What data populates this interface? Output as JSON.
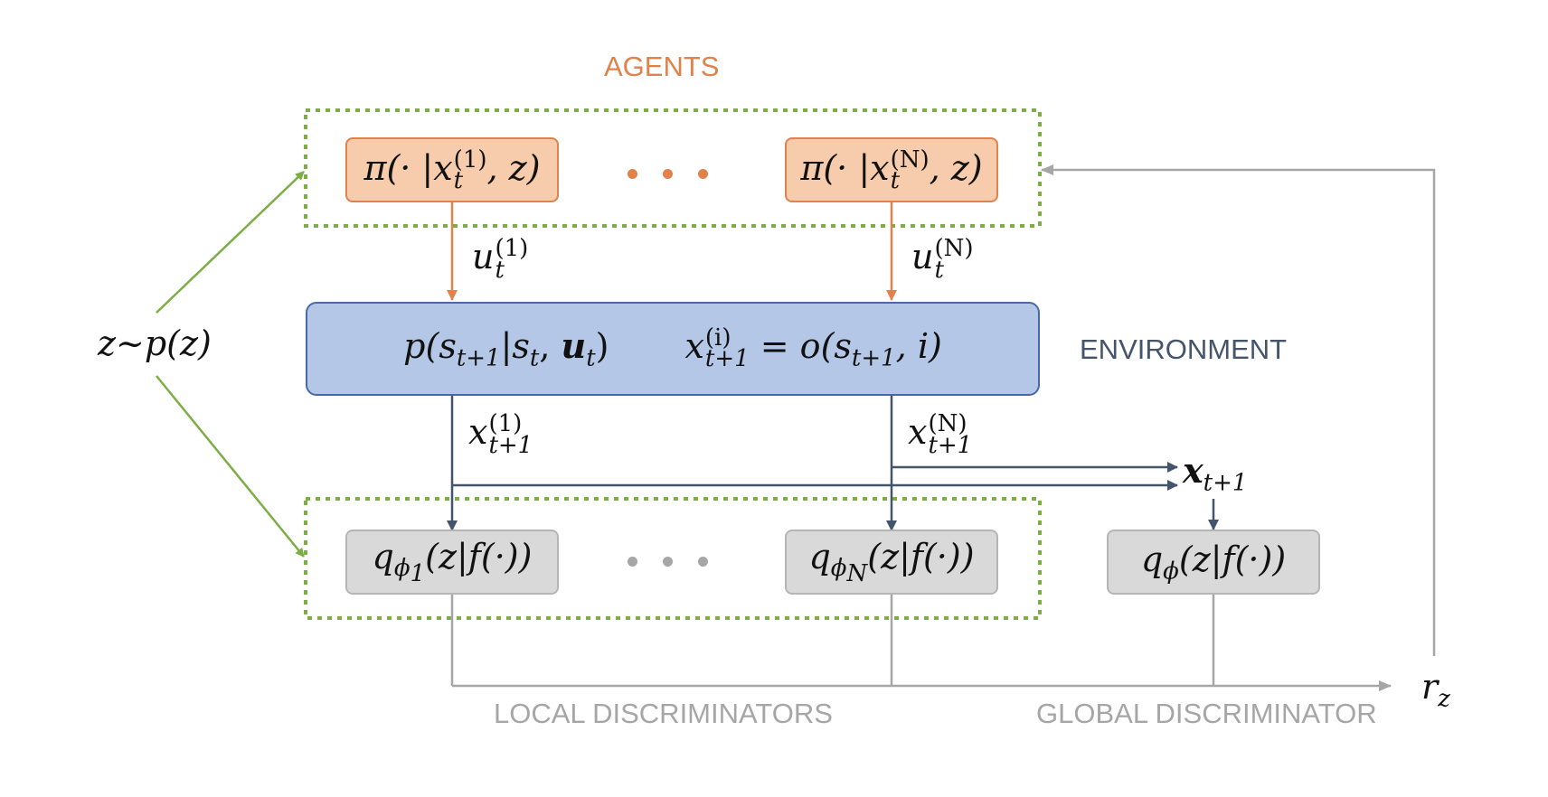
{
  "captions": {
    "agents": "AGENTS",
    "environment": "ENVIRONMENT",
    "local": "LOCAL DISCRIMINATORS",
    "global": "GLOBAL DISCRIMINATOR"
  },
  "agents": [
    {
      "prefix": "π(· |x",
      "sup": "(1)",
      "sub": "t",
      "suffix": ", z)"
    },
    {
      "prefix": "π(· |x",
      "sup": "(N)",
      "sub": "t",
      "suffix": ", z)"
    }
  ],
  "actions": [
    {
      "base": "u",
      "sup": "(1)",
      "sub": "t"
    },
    {
      "base": "u",
      "sup": "(N)",
      "sub": "t"
    }
  ],
  "environment": {
    "transition": {
      "p": "p(s",
      "sub1": "t+1",
      "mid": "|s",
      "sub2": "t",
      "comma": ", ",
      "u": "u",
      "sub3": "t",
      "close": ")"
    },
    "observation": {
      "x": "x",
      "sup": "(i)",
      "sub": "t+1",
      "eq": " = o(s",
      "sub2": "t+1",
      "rest": ", i)"
    }
  },
  "observations": [
    {
      "base": "x",
      "sup": "(1)",
      "sub": "t+1"
    },
    {
      "base": "x",
      "sup": "(N)",
      "sub": "t+1"
    }
  ],
  "joint_obs": {
    "base": "x",
    "sub": "t+1"
  },
  "discriminators": [
    {
      "q": "q",
      "phi": "ϕ",
      "idx": "1",
      "rest": "(z|f(·))"
    },
    {
      "q": "q",
      "phi": "ϕ",
      "idx": "N",
      "rest": "(z|f(·))"
    },
    {
      "q": "q",
      "phi": "ϕ",
      "idx": "",
      "rest": "(z|f(·))"
    }
  ],
  "prior": "z~p(z)",
  "reward": {
    "base": "r",
    "sub": "z"
  },
  "colors": {
    "agent_fill": "#f6ccac",
    "agent_border": "#e0824a",
    "env_fill": "#b4c7e7",
    "env_border": "#4a68a7",
    "disc_fill": "#d9d9d9",
    "disc_border": "#b5b5b5",
    "group_dash": "#7cae45",
    "orange": "#e0824a",
    "navy": "#44546a",
    "gray": "#a6a6a6"
  }
}
